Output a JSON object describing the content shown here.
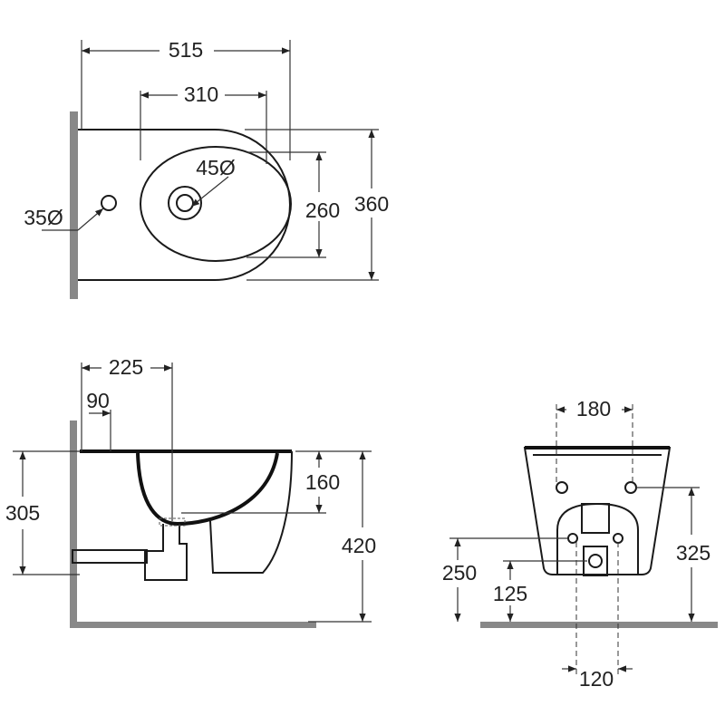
{
  "colors": {
    "wall": "#888888",
    "line": "#1a1a1a"
  },
  "top_view": {
    "width": "515",
    "basin_width": "310",
    "drain_diameter": "45Ø",
    "tap_hole_diameter": "35Ø",
    "basin_depth": "260",
    "depth": "360"
  },
  "side_view": {
    "wall_to_drain": "225",
    "wall_to_tap": "90",
    "fixing_height": "305",
    "bowl_depth": "160",
    "rim_height": "420"
  },
  "rear_view": {
    "bolt_spacing": "180",
    "bolt_height": "325",
    "supply_height": "250",
    "waste_height": "125",
    "waste_spacing": "120"
  }
}
